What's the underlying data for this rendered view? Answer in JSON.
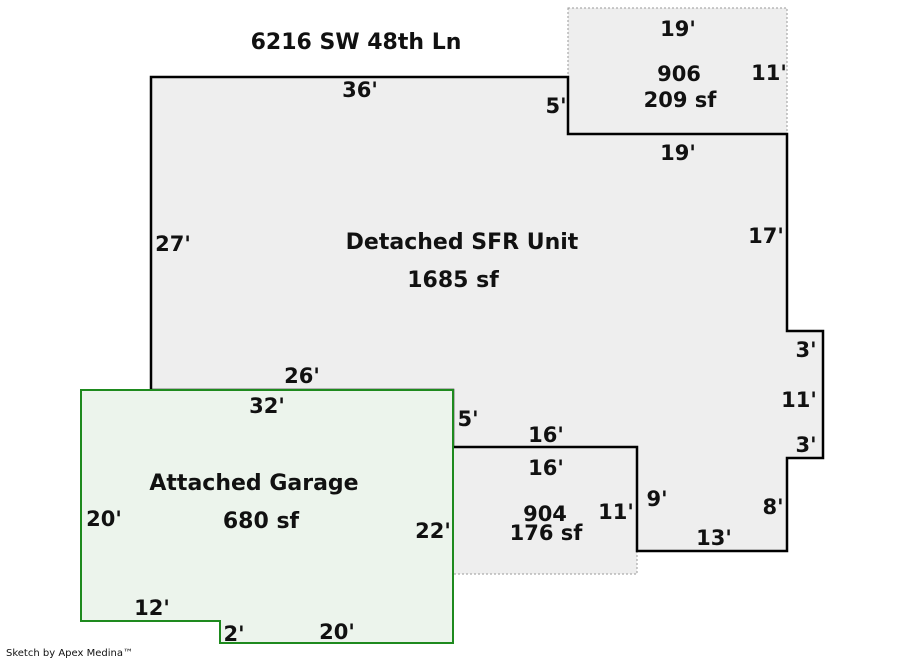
{
  "address": "6216 SW 48th Ln",
  "credit": "Sketch by Apex Medina™",
  "colors": {
    "house_outline": "#000000",
    "house_fill": "#eeeeee",
    "garage_outline": "#1e8a1e",
    "garage_fill": "#ecf4ec",
    "dotted_outline": "#999999"
  },
  "areas": {
    "main": {
      "name": "Detached SFR Unit",
      "area": "1685 sf"
    },
    "garage": {
      "name": "Attached Garage",
      "area": "680 sf"
    },
    "addition_top": {
      "code": "906",
      "area": "209 sf"
    },
    "addition_bottom": {
      "code": "904",
      "area": "176 sf"
    }
  },
  "dimensions": {
    "top_36": "36'",
    "top_step_5": "5'",
    "add_top_19_a": "19'",
    "add_top_11": "11'",
    "add_top_19_b": "19'",
    "left_27": "27'",
    "right_17": "17'",
    "bump_3_a": "3'",
    "bump_11": "11'",
    "bump_3_b": "3'",
    "right_8": "8'",
    "bottom_13": "13'",
    "inner_9": "9'",
    "inner_16_a": "16'",
    "inner_16_b": "16'",
    "add_bottom_11": "11'",
    "step_5": "5'",
    "top_26": "26'",
    "garage_32": "32'",
    "garage_20_left": "20'",
    "garage_22": "22'",
    "garage_12": "12'",
    "garage_2": "2'",
    "garage_20_bottom": "20'"
  }
}
